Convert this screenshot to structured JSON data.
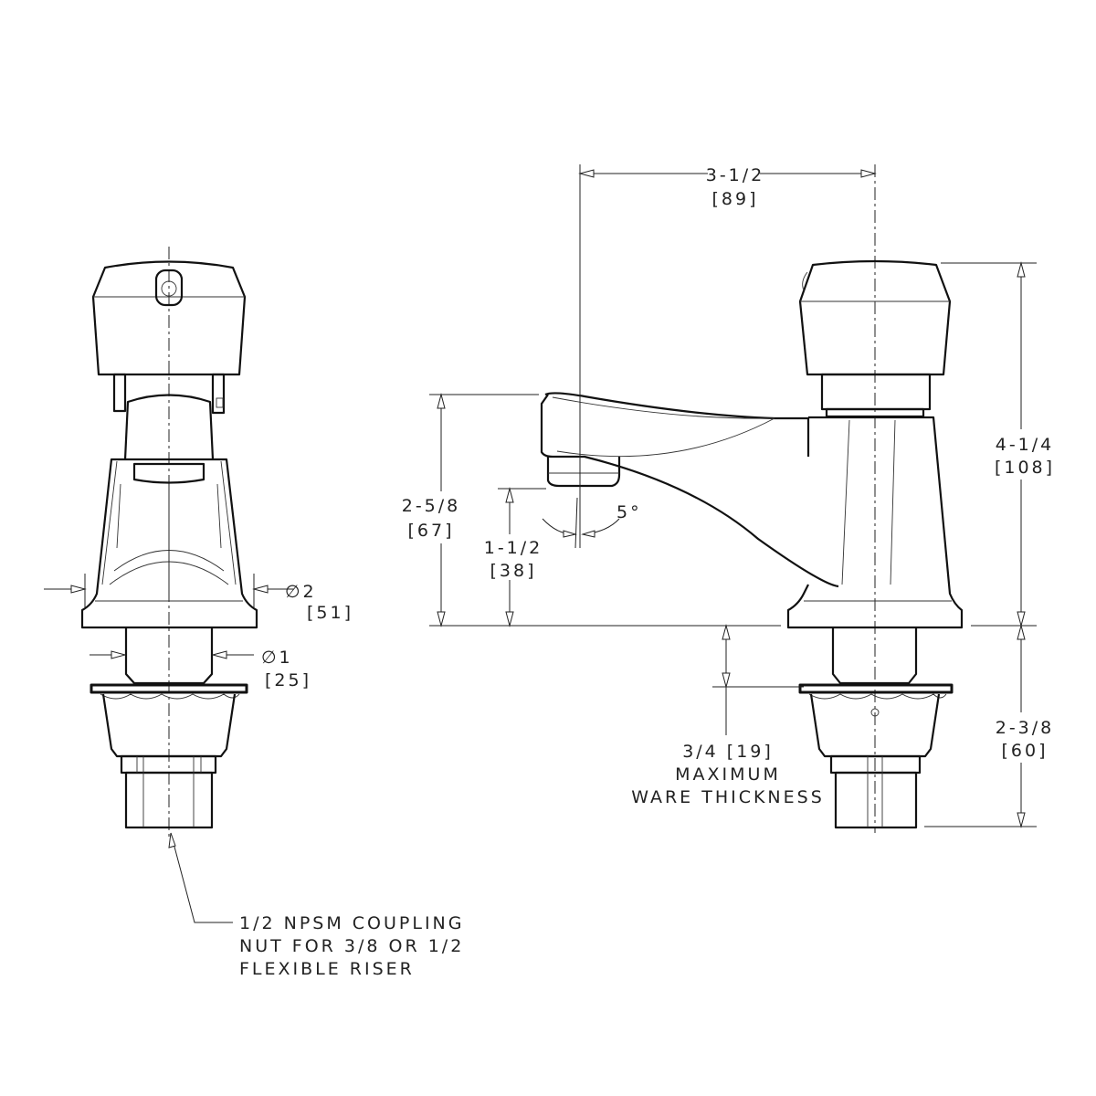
{
  "dimensions": {
    "spout_reach": {
      "imperial": "3-1/2",
      "metric": "[89]"
    },
    "spout_height": {
      "imperial": "2-5/8",
      "metric": "[67]"
    },
    "outlet_height": {
      "imperial": "1-1/2",
      "metric": "[38]"
    },
    "spout_angle": "5°",
    "overall_height": {
      "imperial": "4-1/4",
      "metric": "[108]"
    },
    "below_deck": {
      "imperial": "2-3/8",
      "metric": "[60]"
    },
    "base_diameter": {
      "imperial": "∅2",
      "metric": "[51]"
    },
    "shank_diameter": {
      "imperial": "∅1",
      "metric": "[25]"
    },
    "ware_thickness": {
      "value": "3/4 [19]",
      "line2": "MAXIMUM",
      "line3": "WARE THICKNESS"
    }
  },
  "notes": {
    "coupling": [
      "1/2 NPSM COUPLING",
      "NUT FOR 3/8 OR 1/2",
      "FLEXIBLE RISER"
    ]
  }
}
